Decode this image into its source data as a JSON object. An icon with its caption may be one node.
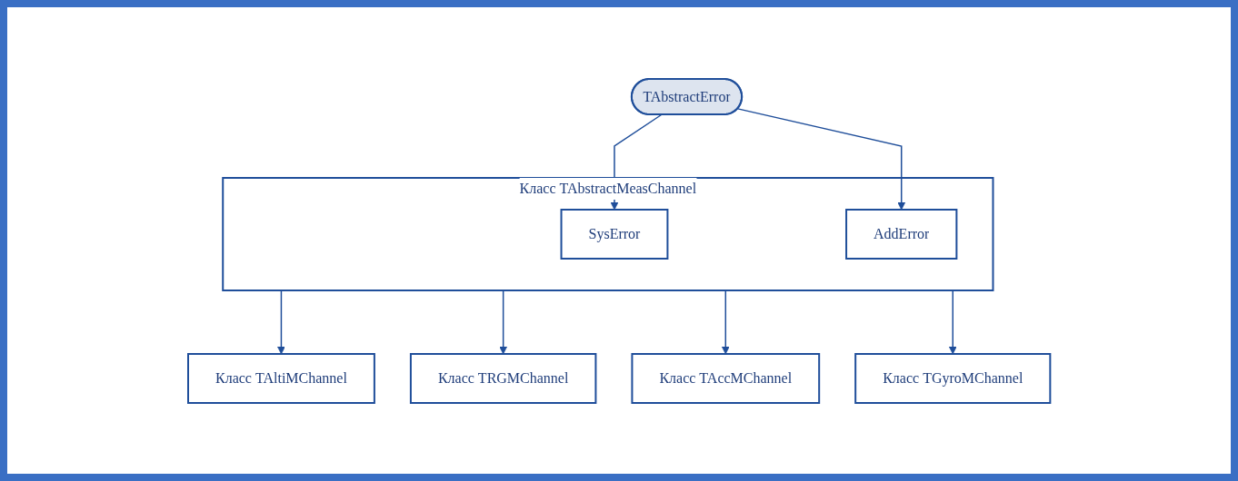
{
  "diagram": {
    "nodes": [
      {
        "text": [
          "Класс TAbstractMeasChannel"
        ]
      },
      {
        "text": [
          "SysError"
        ],
        "in": 0
      },
      {
        "text": [
          "AddError"
        ],
        "in": 0
      },
      {
        "text": [
          "TAbstractError"
        ]
      },
      {
        "text": [
          "Класс TAltiMChannel"
        ]
      },
      {
        "text": [
          "Класс TRGMChannel"
        ]
      },
      {
        "text": [
          "Класс TAccMChannel"
        ]
      },
      {
        "text": [
          "Класс TGyroMChannel"
        ]
      }
    ],
    "edges": [
      {
        "from": 3,
        "to": 1,
        "arrow": "to"
      },
      {
        "from": 3,
        "to": 2,
        "arrow": "to"
      },
      {
        "from": 0,
        "to": 4,
        "arrow": "to"
      },
      {
        "from": 0,
        "to": 5,
        "arrow": "to"
      },
      {
        "from": 0,
        "to": 6,
        "arrow": "to"
      },
      {
        "from": 0,
        "to": 7,
        "arrow": "to"
      }
    ]
  }
}
